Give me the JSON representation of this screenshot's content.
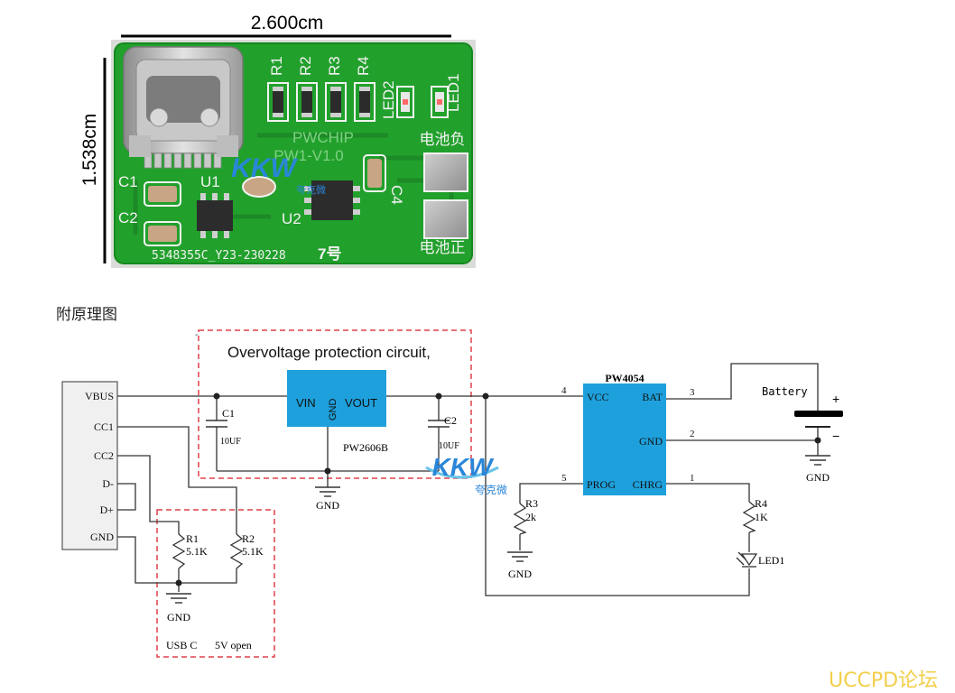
{
  "photo": {
    "width_label": "2.600cm",
    "height_label": "1.538cm",
    "silkscreen": {
      "r1": "R1",
      "r2": "R2",
      "r3": "R3",
      "r4": "R4",
      "led2": "LED2",
      "led1": "LED1",
      "brand": "PWCHIP",
      "version": "PW1-V1.0",
      "c1": "C1",
      "c2": "C2",
      "u1": "U1",
      "u2": "U2",
      "c4": "C4",
      "bat_neg": "电池负",
      "bat_pos": "电池正",
      "serial": "5348355C_Y23-230228",
      "number": "7号"
    }
  },
  "caption": "附原理图",
  "schematic": {
    "ovp_title": "Overvoltage protection circuit,",
    "usb_pins": [
      "VBUS",
      "CC1",
      "CC2",
      "D-",
      "D+",
      "GND"
    ],
    "ovp_ic": {
      "vin": "VIN",
      "gnd": "GND",
      "vout": "VOUT",
      "part": "PW2606B"
    },
    "c1": {
      "name": "C1",
      "value": "10UF"
    },
    "c2": {
      "name": "C2",
      "value": "10UF"
    },
    "r1": {
      "name": "R1",
      "value": "5.1K"
    },
    "r2": {
      "name": "R2",
      "value": "5.1K"
    },
    "usb_note_left": "USB C",
    "usb_note_right": "5V open",
    "charger_ic": {
      "part": "PW4054",
      "vcc": "VCC",
      "bat": "BAT",
      "gnd": "GND",
      "prog": "PROG",
      "chrg": "CHRG",
      "pin_vcc": "4",
      "pin_bat": "3",
      "pin_gnd": "2",
      "pin_prog": "5",
      "pin_chrg": "1"
    },
    "r3": {
      "name": "R3",
      "value": "2k"
    },
    "r4": {
      "name": "R4",
      "value": "1K"
    },
    "led1": "LED1",
    "battery": {
      "label": "Battery",
      "plus": "+",
      "minus": "−"
    },
    "gnd": "GND",
    "logo_text": "KKW",
    "logo_sub": "夸克微"
  },
  "watermark": "UCCPD论坛",
  "colors": {
    "pcb": "#22a02c",
    "ic_blue": "#1ea0dc",
    "dashed": "#e0404a",
    "logo": "#2a86d8"
  }
}
